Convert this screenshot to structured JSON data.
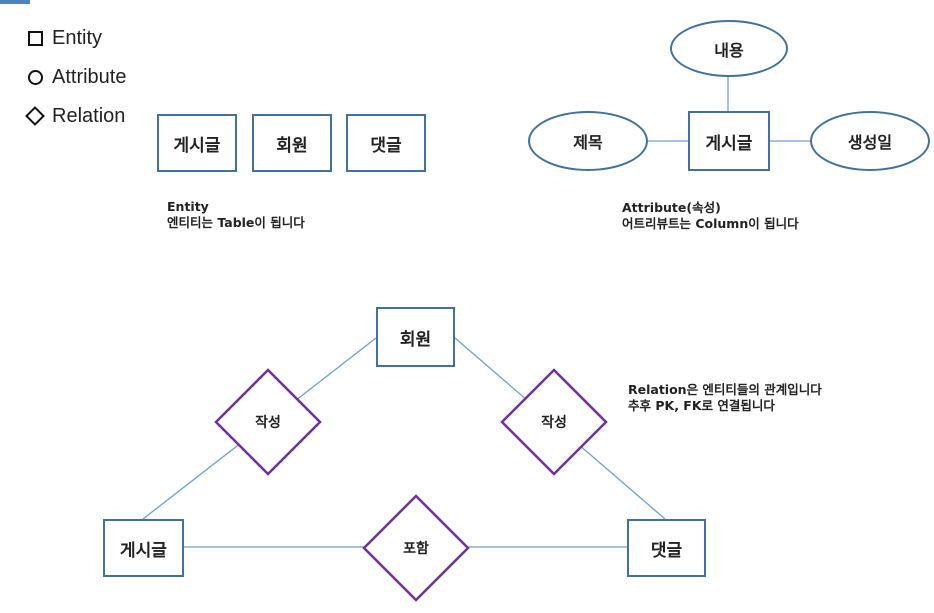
{
  "legend": {
    "entity": "Entity",
    "attribute": "Attribute",
    "relation": "Relation"
  },
  "entity_examples": [
    "게시글",
    "회원",
    "댓글"
  ],
  "entity_note": {
    "line1": "Entity",
    "line2": "엔티티는 Table이 됩니다"
  },
  "attribute_example": {
    "entity": "게시글",
    "top": "내용",
    "left": "제목",
    "right": "생성일"
  },
  "attribute_note": {
    "line1": "Attribute(속성)",
    "line2": "어트리뷰트는 Column이 됩니다"
  },
  "relation_diagram": {
    "member": "회원",
    "post": "게시글",
    "comment": "댓글",
    "rel_member_post": "작성",
    "rel_member_comment": "작성",
    "rel_post_comment": "포함"
  },
  "relation_note": {
    "line1": "Relation은 엔티티들의 관계입니다",
    "line2": "추후 PK, FK로 연결됩니다"
  },
  "colors": {
    "entity_border": "#41719c",
    "relation_border": "#7030a0",
    "connector": "#6fa0cc"
  }
}
